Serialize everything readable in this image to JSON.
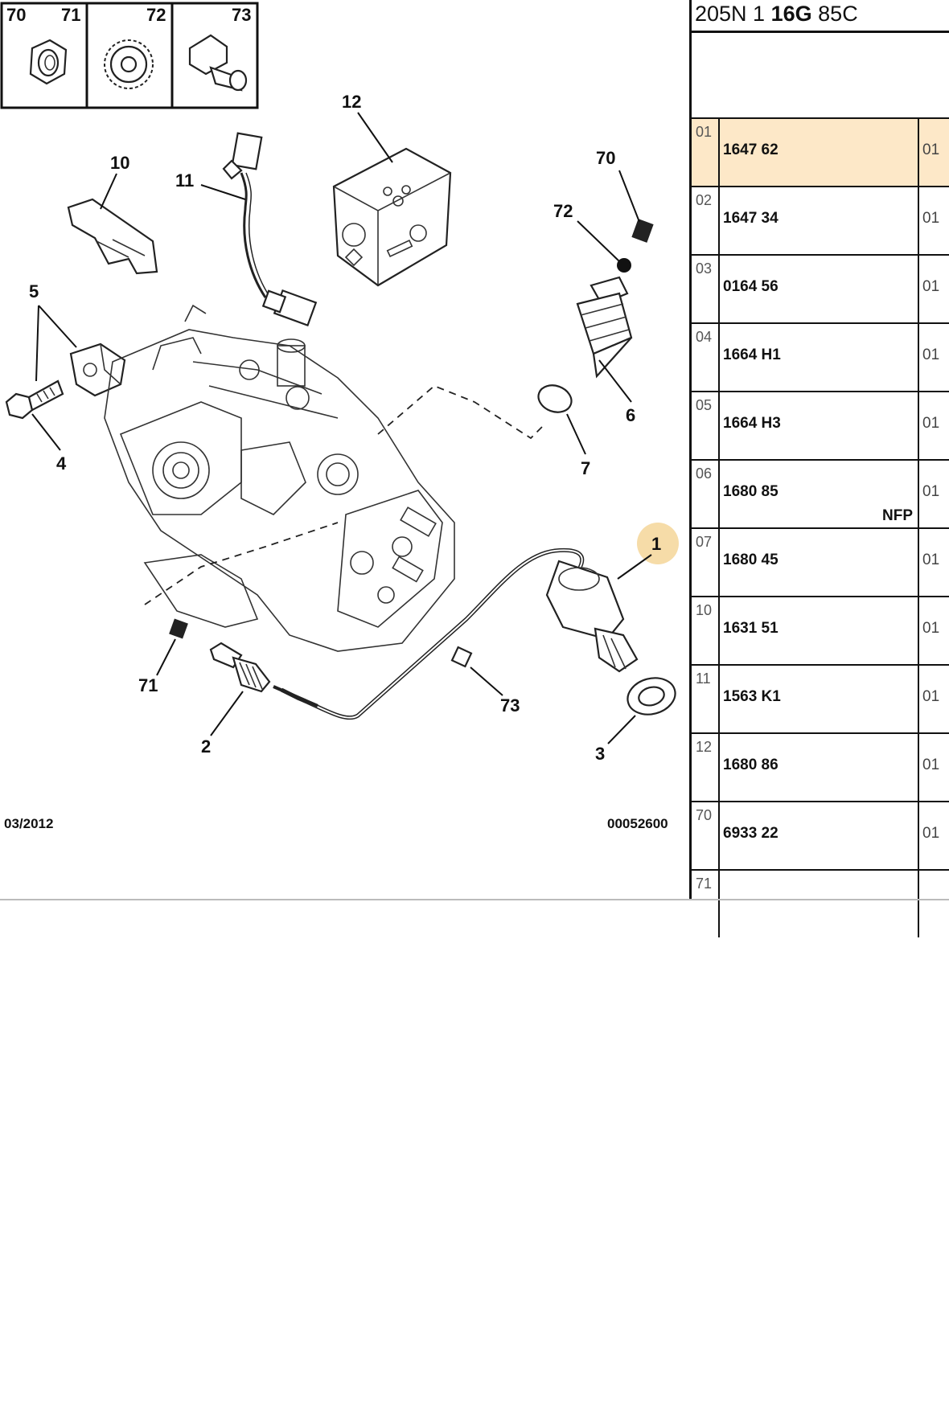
{
  "header": {
    "model": "205N 1",
    "engine": "16G",
    "code": "85C"
  },
  "callouts": {
    "c70": "70",
    "c71": "71",
    "c72": "72",
    "c73": "73",
    "n1": "1",
    "n2": "2",
    "n3": "3",
    "n4": "4",
    "n5": "5",
    "n6": "6",
    "n7": "7",
    "n10": "10",
    "n11": "11",
    "n12": "12",
    "n70": "70",
    "n71": "71",
    "n72": "72",
    "n73": "73"
  },
  "footer": {
    "date": "03/2012",
    "diagram_ref": "00052600"
  },
  "parts": [
    {
      "idx": "01",
      "ref": "1647 62",
      "qty": "01",
      "note": "",
      "selected": true
    },
    {
      "idx": "02",
      "ref": "1647 34",
      "qty": "01",
      "note": ""
    },
    {
      "idx": "03",
      "ref": "0164 56",
      "qty": "01",
      "note": ""
    },
    {
      "idx": "04",
      "ref": "1664 H1",
      "qty": "01",
      "note": ""
    },
    {
      "idx": "05",
      "ref": "1664 H3",
      "qty": "01",
      "note": ""
    },
    {
      "idx": "06",
      "ref": "1680 85",
      "qty": "01",
      "note": "NFP"
    },
    {
      "idx": "07",
      "ref": "1680 45",
      "qty": "01",
      "note": ""
    },
    {
      "idx": "10",
      "ref": "1631 51",
      "qty": "01",
      "note": ""
    },
    {
      "idx": "11",
      "ref": "1563 K1",
      "qty": "01",
      "note": ""
    },
    {
      "idx": "12",
      "ref": "1680 86",
      "qty": "01",
      "note": ""
    },
    {
      "idx": "70",
      "ref": "6933 22",
      "qty": "01",
      "note": ""
    },
    {
      "idx": "71",
      "ref": "",
      "qty": "",
      "note": ""
    }
  ],
  "colors": {
    "selected_row": "#fde8c8",
    "highlight_bubble": "#f6dca8"
  }
}
